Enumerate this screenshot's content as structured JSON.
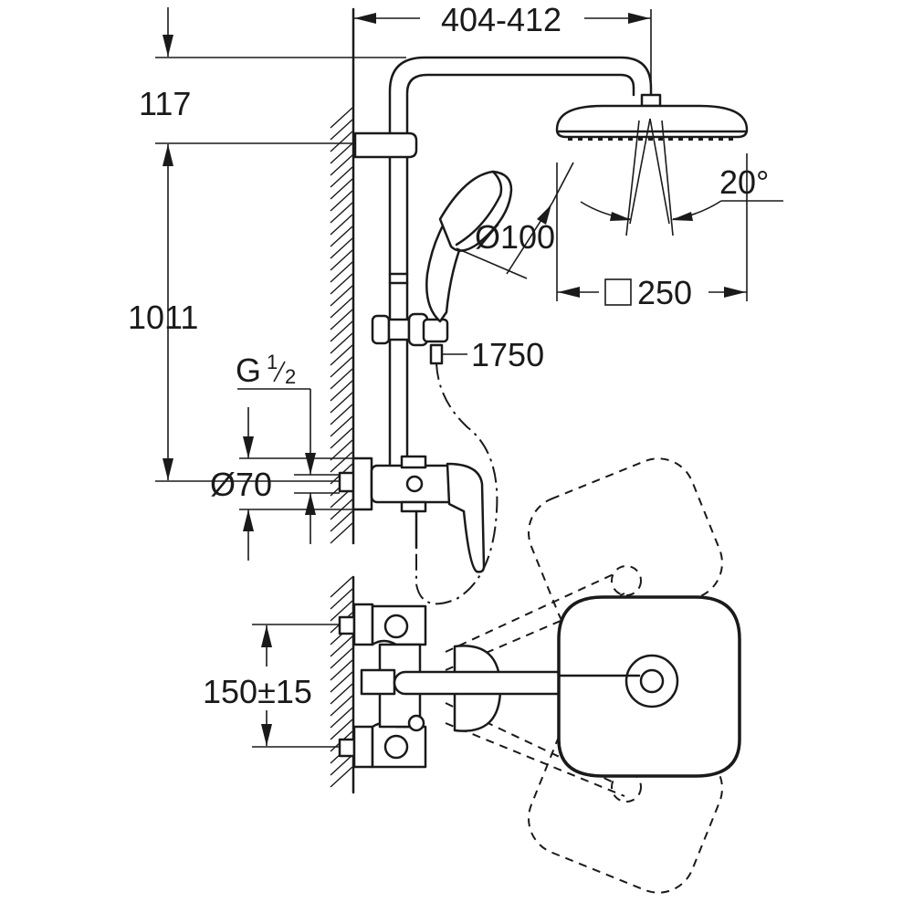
{
  "dimensions": {
    "width_range": "404-412",
    "top_offset": "117",
    "rail_height": "1011",
    "thread": "G",
    "thread_num": "1",
    "thread_den": "2",
    "rosette_diameter": "Ø70",
    "handshower_diameter": "Ø100",
    "hose_length": "1750",
    "spray_angle": "20°",
    "head_size": "250",
    "inlet_spacing": "150±15"
  }
}
